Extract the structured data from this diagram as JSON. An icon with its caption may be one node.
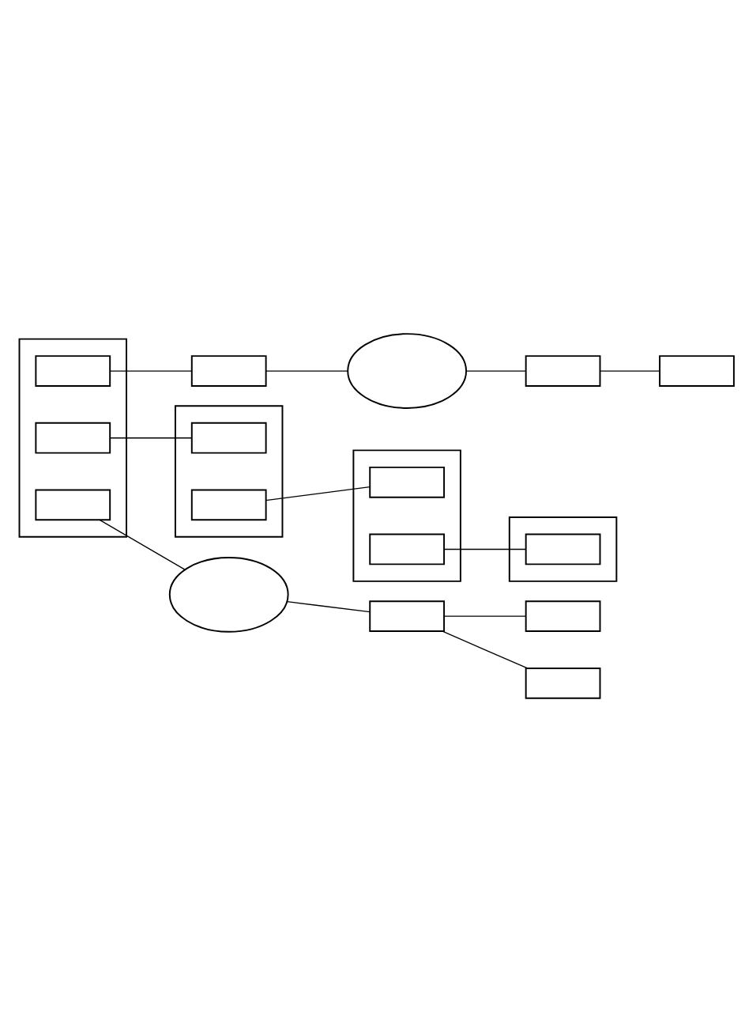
{
  "diagram": {
    "nodes": [
      {
        "text": [],
        "shape": "box"
      },
      {
        "text": [],
        "shape": "box",
        "in": 0
      },
      {
        "text": [],
        "shape": "box",
        "in": 0
      },
      {
        "text": [],
        "shape": "box",
        "in": 0
      },
      {
        "text": [],
        "shape": "box"
      },
      {
        "text": [],
        "shape": "cloud"
      },
      {
        "text": [],
        "shape": "cloud"
      },
      {
        "text": [],
        "shape": "box"
      },
      {
        "text": [],
        "shape": "box"
      },
      {
        "text": [],
        "shape": "box",
        "in": 8
      },
      {
        "text": [],
        "shape": "box",
        "in": 8
      },
      {
        "text": [],
        "shape": "box"
      },
      {
        "text": [],
        "shape": "box"
      },
      {
        "text": [],
        "shape": "box"
      },
      {
        "text": [],
        "shape": "box"
      },
      {
        "text": [],
        "shape": "box"
      },
      {
        "text": [],
        "shape": "box",
        "in": 15
      },
      {
        "text": [],
        "shape": "box",
        "in": 15
      },
      {
        "text": [],
        "shape": "box"
      },
      {
        "text": [],
        "shape": "box",
        "in": 18
      }
    ],
    "edges": [
      {
        "from": 1,
        "to": 4,
        "arrow": "none"
      },
      {
        "from": 4,
        "to": 5,
        "arrow": "none"
      },
      {
        "from": 3,
        "to": 6,
        "arrow": "none"
      },
      {
        "from": 6,
        "to": 7,
        "arrow": "none"
      },
      {
        "from": 7,
        "to": 11,
        "arrow": "none"
      },
      {
        "from": 7,
        "to": 14,
        "arrow": "none"
      },
      {
        "from": 5,
        "to": 12,
        "arrow": "none"
      },
      {
        "from": 12,
        "to": 13,
        "arrow": "none"
      },
      {
        "from": 2,
        "to": 9,
        "arrow": "none"
      },
      {
        "from": 10,
        "to": 16,
        "arrow": "none"
      },
      {
        "from": 17,
        "to": 19,
        "arrow": "none"
      }
    ]
  }
}
